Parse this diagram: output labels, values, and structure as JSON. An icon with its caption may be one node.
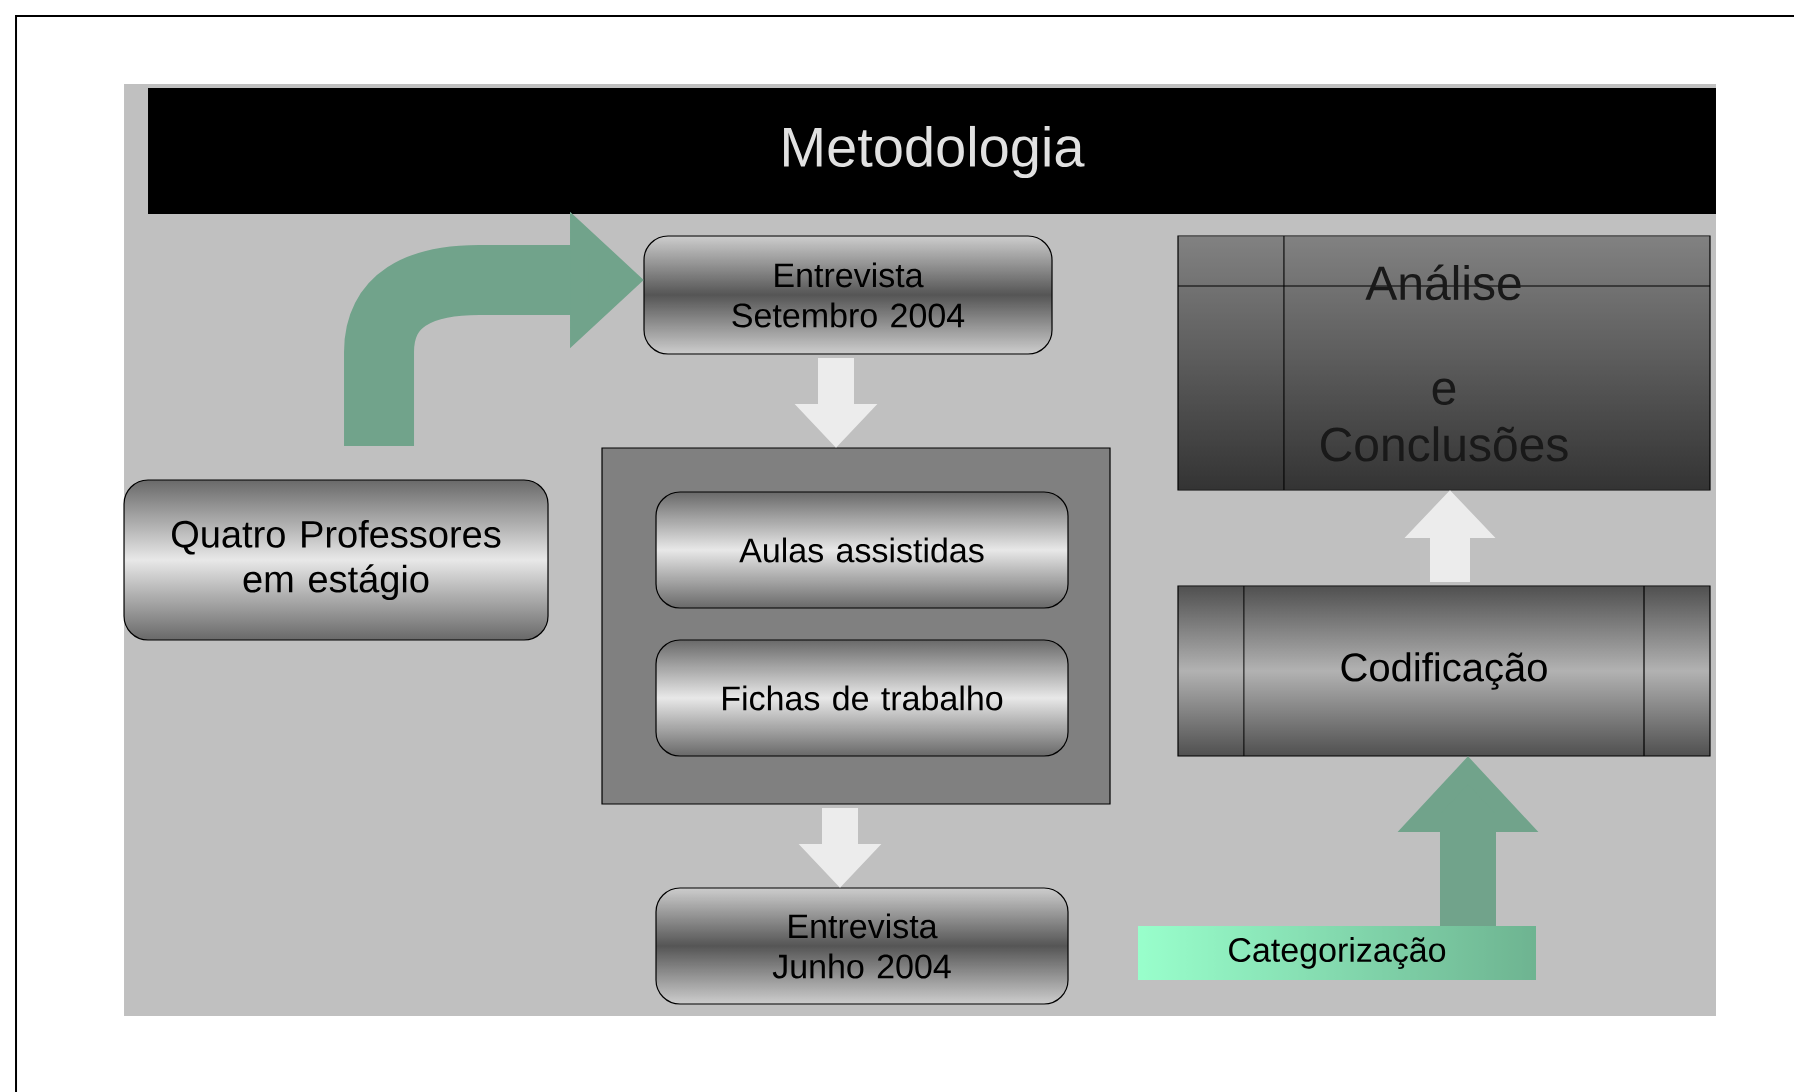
{
  "diagram": {
    "title": "Metodologia",
    "nodes": [
      {
        "text": [
          "Quatro Professores em estágio"
        ]
      },
      {
        "text": [
          "Entrevista Setembro 2004"
        ]
      },
      {
        "text": [],
        "shape": "box"
      },
      {
        "text": [
          "Aulas assistidas"
        ],
        "in": 2
      },
      {
        "text": [
          "Fichas de trabalho"
        ],
        "in": 2
      },
      {
        "text": [
          "Entrevista Junho 2004"
        ]
      },
      {
        "text": [
          "Categorização"
        ]
      },
      {
        "text": [
          "Codificação"
        ]
      },
      {
        "text": [
          "Análise e Conclusões"
        ]
      }
    ],
    "edges": [
      {
        "from": 0,
        "to": 1,
        "arrow": "to",
        "color": "#4d8c6e"
      },
      {
        "from": 1,
        "to": 2,
        "arrow": "to"
      },
      {
        "from": 2,
        "to": 5,
        "arrow": "to"
      },
      {
        "from": 6,
        "to": 7,
        "arrow": "to",
        "color": "#4d8c6e"
      },
      {
        "from": 7,
        "to": 8,
        "arrow": "to"
      }
    ]
  }
}
